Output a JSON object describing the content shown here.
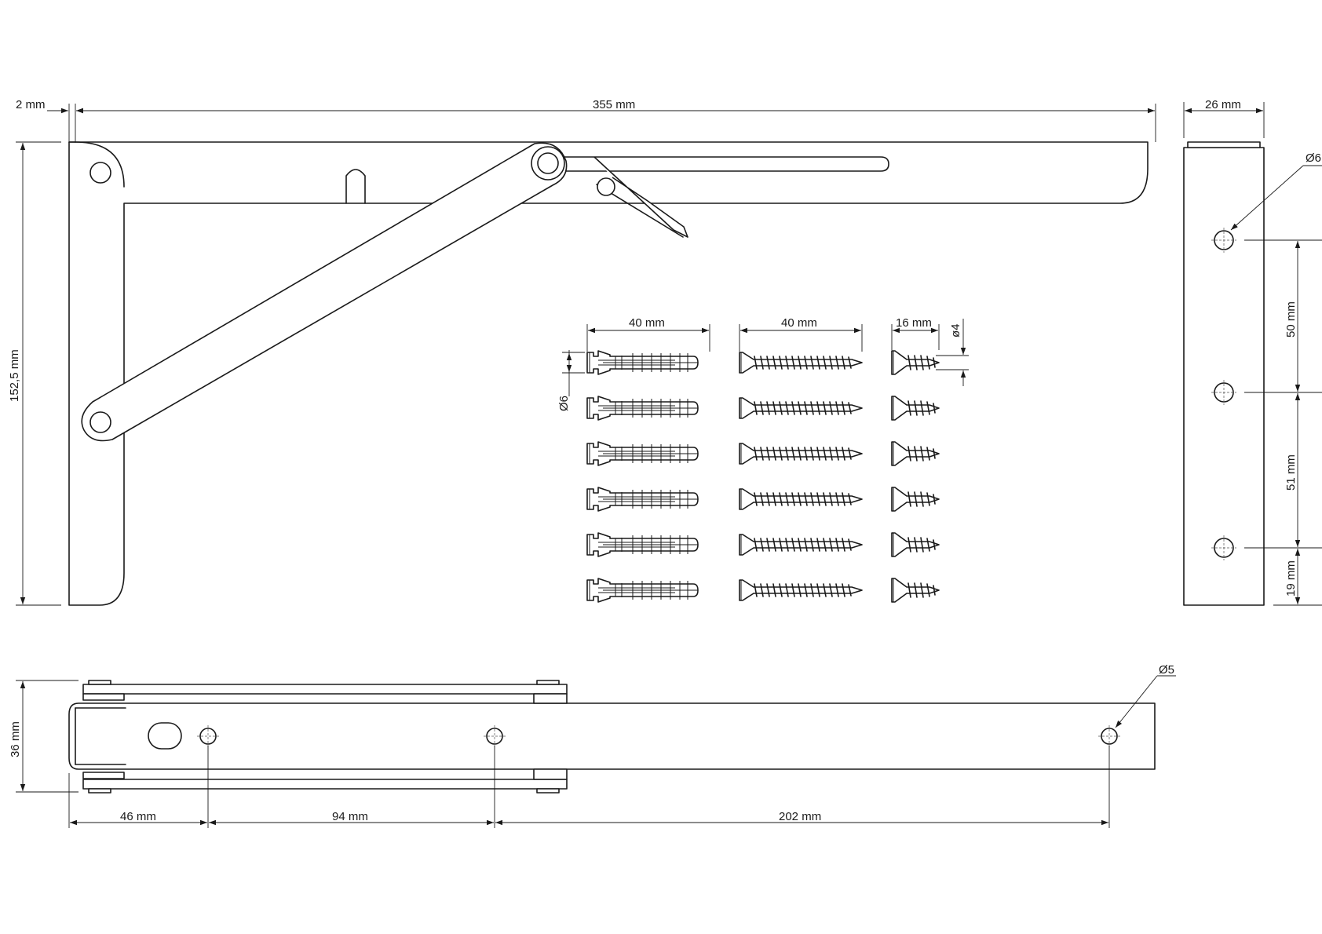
{
  "labels": {
    "top_thickness": "2 mm",
    "overall_length": "355 mm",
    "overall_height": "152,5 mm",
    "side_width": "26 mm",
    "side_hole_diameter": "Ø6",
    "side_spacing_top": "50 mm",
    "side_spacing_middle": "51 mm",
    "side_spacing_bottom": "19 mm",
    "plug_length": "40 mm",
    "plug_diameter": "Ø6",
    "long_screw_length": "40 mm",
    "short_screw_length": "16 mm",
    "short_screw_diameter": "ø4",
    "bottom_height": "36 mm",
    "bottom_hole_diameter": "Ø5",
    "bottom_spacing_1": "46 mm",
    "bottom_spacing_2": "94 mm",
    "bottom_spacing_3": "202 mm"
  },
  "hardware": {
    "plug_count": 6,
    "long_screw_count": 6,
    "short_screw_count": 6
  }
}
